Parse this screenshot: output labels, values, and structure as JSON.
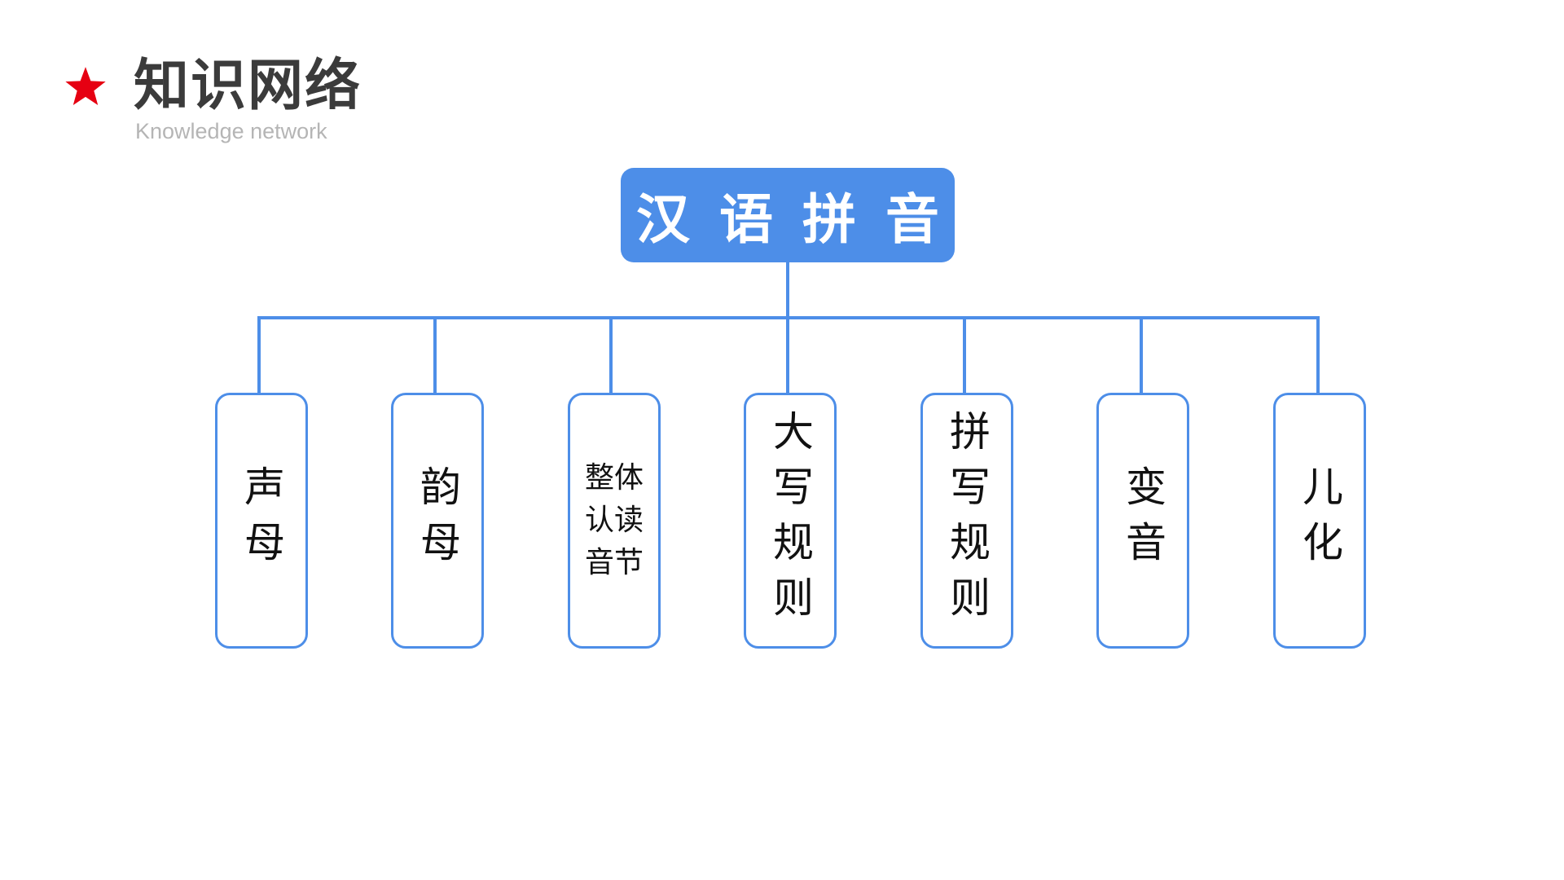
{
  "header": {
    "icon": "star-icon",
    "title": "知识网络",
    "subtitle": "Knowledge network"
  },
  "diagram": {
    "root": "汉语拼音",
    "children": [
      {
        "label": "声母",
        "icon": null
      },
      {
        "label": "韵母",
        "icon": null
      },
      {
        "label": "整体\n认读\n音节",
        "icon": null
      },
      {
        "label": "大写规则",
        "icon": null
      },
      {
        "label": "拼写规则",
        "icon": null
      },
      {
        "label": "变音",
        "icon": null
      },
      {
        "label": "儿化",
        "icon": null
      }
    ]
  },
  "colors": {
    "accent": "#4d8ee8",
    "star": "#e60012",
    "title": "#3b3b3b",
    "subtitle": "#b5b5b5"
  }
}
